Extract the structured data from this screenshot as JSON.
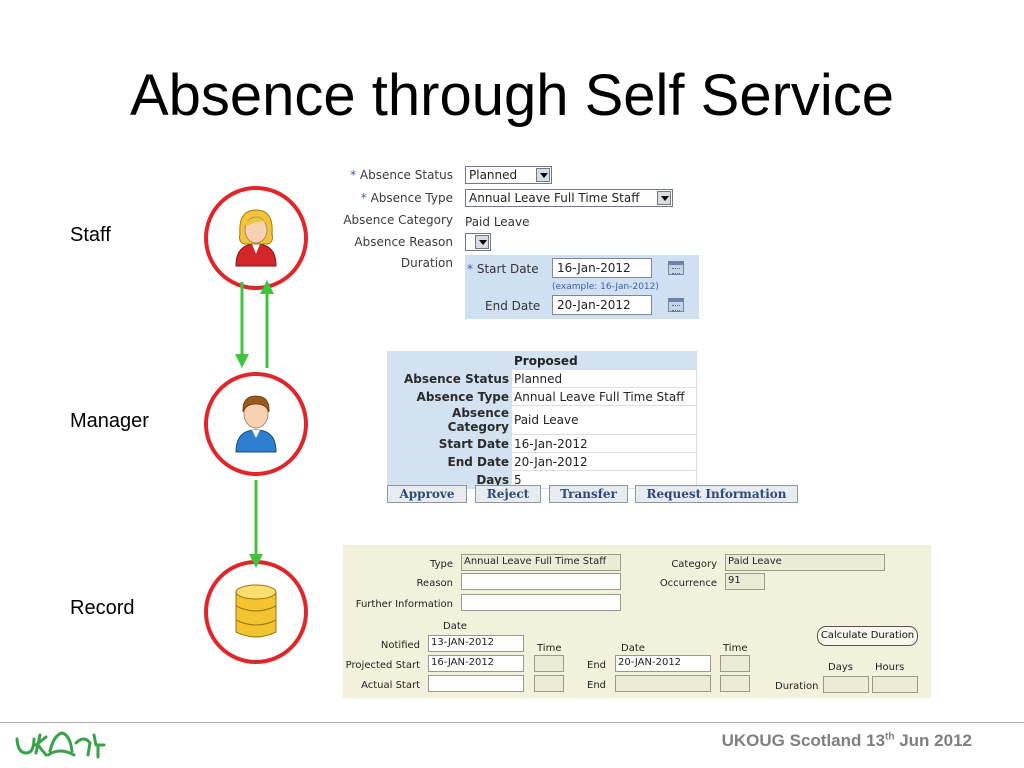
{
  "title": "Absence through Self Service",
  "side_labels": {
    "staff": "Staff",
    "manager": "Manager",
    "record": "Record"
  },
  "self_service_form": {
    "status_label": "Absence Status",
    "status_value": "Planned",
    "type_label": "Absence Type",
    "type_value": "Annual Leave Full Time Staff",
    "category_label": "Absence Category",
    "category_value": "Paid Leave",
    "reason_label": "Absence Reason",
    "reason_value": "",
    "duration_label": "Duration",
    "start_date_label": "Start Date",
    "start_date_value": "16-Jan-2012",
    "date_example": "(example: 16-Jan-2012)",
    "end_date_label": "End Date",
    "end_date_value": "20-Jan-2012",
    "required_marker": "*"
  },
  "approval": {
    "header": "Proposed",
    "rows": [
      {
        "label": "Absence Status",
        "value": "Planned"
      },
      {
        "label": "Absence Type",
        "value": "Annual Leave Full Time Staff"
      },
      {
        "label": "Absence Category",
        "value": "Paid Leave"
      },
      {
        "label": "Start Date",
        "value": "16-Jan-2012"
      },
      {
        "label": "End Date",
        "value": "20-Jan-2012"
      },
      {
        "label": "Days",
        "value": "5"
      }
    ],
    "buttons": {
      "approve": "Approve",
      "reject": "Reject",
      "transfer": "Transfer",
      "request_info": "Request Information"
    }
  },
  "record_form": {
    "type_label": "Type",
    "type_value": "Annual Leave Full Time Staff",
    "category_label": "Category",
    "category_value": "Paid Leave",
    "reason_label": "Reason",
    "reason_value": "",
    "occurrence_label": "Occurrence",
    "occurrence_value": "91",
    "further_info_label": "Further Information",
    "further_info_value": "",
    "date_header_1": "Date",
    "time_header_1": "Time",
    "date_header_2": "Date",
    "time_header_2": "Time",
    "notified_label": "Notified",
    "notified_value": "13-JAN-2012",
    "projected_start_label": "Projected Start",
    "projected_start_value": "16-JAN-2012",
    "actual_start_label": "Actual Start",
    "actual_start_value": "",
    "end_label": "End",
    "projected_end_value": "20-JAN-2012",
    "actual_end_value": "",
    "calculate_button": "Calculate Duration",
    "days_label": "Days",
    "hours_label": "Hours",
    "duration_label": "Duration"
  },
  "footer": {
    "text_main": "UKOUG Scotland 13",
    "text_sup": "th",
    "text_end": " Jun 2012"
  },
  "colors": {
    "ring": "#e0262b",
    "arrow": "#3ec43e",
    "form_blue": "#cfe0f2",
    "record_bg": "#f2f2dc",
    "logo": "#3aa04a"
  },
  "icons": {
    "staff": "female-user-icon",
    "manager": "male-user-icon",
    "record": "database-icon",
    "logo": "ukoug-logo"
  }
}
